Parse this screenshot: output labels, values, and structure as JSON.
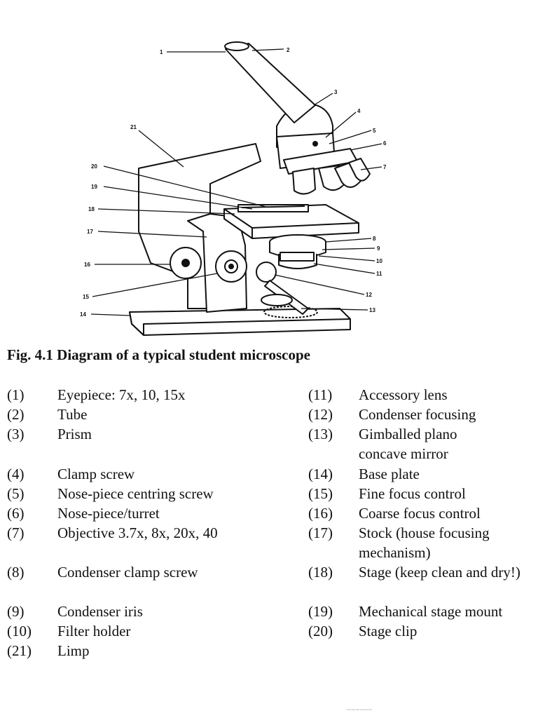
{
  "diagram": {
    "labels": [
      "1",
      "2",
      "3",
      "4",
      "5",
      "6",
      "7",
      "8",
      "9",
      "10",
      "11",
      "12",
      "13",
      "14",
      "15",
      "16",
      "17",
      "18",
      "19",
      "20",
      "21"
    ]
  },
  "caption": "Fig. 4.1 Diagram of a typical student microscope",
  "legend_left": [
    {
      "num": "(1)",
      "label": "Eyepiece: 7x, 10, 15x"
    },
    {
      "num": "(2)",
      "label": "Tube"
    },
    {
      "num": "(3)",
      "label": "Prism"
    },
    {
      "num": "(4)",
      "label": "Clamp screw"
    },
    {
      "num": "(5)",
      "label": "Nose-piece centring screw"
    },
    {
      "num": "(6)",
      "label": "Nose-piece/turret"
    },
    {
      "num": "(7)",
      "label": "Objective 3.7x, 8x, 20x, 40"
    },
    {
      "num": "(8)",
      "label": "Condenser clamp screw"
    },
    {
      "num": "(9)",
      "label": "Condenser iris"
    },
    {
      "num": "(10)",
      "label": "Filter holder"
    },
    {
      "num": "(21)",
      "label": "Limp"
    }
  ],
  "legend_right": [
    {
      "num": "(11)",
      "label": "Accessory lens"
    },
    {
      "num": "(12)",
      "label": "Condenser focusing"
    },
    {
      "num": "(13)",
      "label": "Gimballed plano concave mirror"
    },
    {
      "num": "(14)",
      "label": "Base plate"
    },
    {
      "num": "(15)",
      "label": "Fine focus control"
    },
    {
      "num": "(16)",
      "label": "Coarse focus control"
    },
    {
      "num": "(17)",
      "label": "Stock (house focusing mechanism)"
    },
    {
      "num": "(18)",
      "label": "Stage (keep clean and dry!)"
    },
    {
      "num": "(19)",
      "label": "Mechanical stage mount"
    },
    {
      "num": "(20)",
      "label": "Stage clip"
    }
  ],
  "footer_mark": "Scanned with CamScanner"
}
